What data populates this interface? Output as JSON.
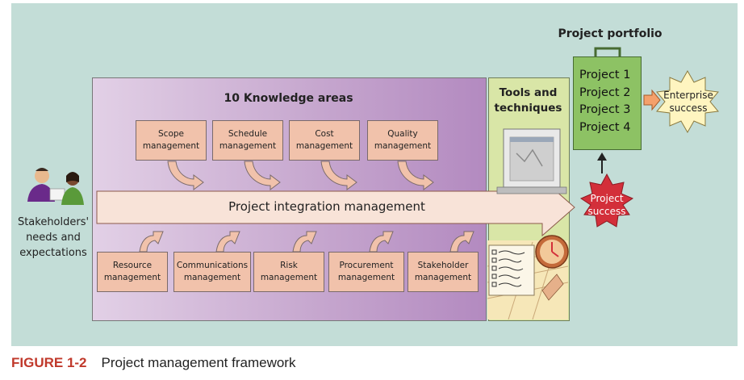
{
  "portfolio": {
    "title": "Project portfolio",
    "projects": [
      "Project 1",
      "Project 2",
      "Project 3",
      "Project 4"
    ]
  },
  "enterprise_success": [
    "Enterprise",
    "success"
  ],
  "project_success": [
    "Project",
    "success"
  ],
  "knowledge_title": "10 Knowledge areas",
  "top_areas": [
    [
      "Scope",
      "management"
    ],
    [
      "Schedule",
      "management"
    ],
    [
      "Cost",
      "management"
    ],
    [
      "Quality",
      "management"
    ]
  ],
  "bottom_areas": [
    [
      "Resource",
      "management"
    ],
    [
      "Communications",
      "management"
    ],
    [
      "Risk",
      "management"
    ],
    [
      "Procurement",
      "management"
    ],
    [
      "Stakeholder",
      "management"
    ]
  ],
  "integration_label": "Project integration management",
  "tools_title": [
    "Tools and",
    "techniques"
  ],
  "stakeholders_label": [
    "Stakeholders'",
    "needs and",
    "expectations"
  ],
  "caption": {
    "figure": "FIGURE 1-2",
    "title": "Project management framework"
  },
  "colors": {
    "panel": "#c3ddd7",
    "area_box": "#f1c2ab",
    "integration_arrow": "#f8e3d8",
    "tools_box": "#d9e6a7",
    "portfolio_case": "#8dc264",
    "project_success_burst": "#d32f3a",
    "enterprise_burst": "#fff5c0",
    "arrow_orange": "#f4a06b",
    "caption_red": "#c0392b"
  }
}
